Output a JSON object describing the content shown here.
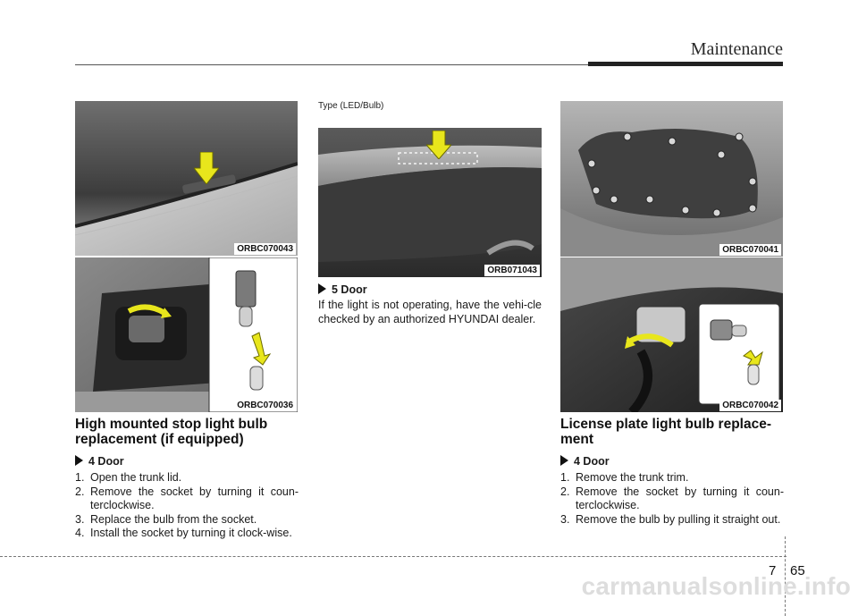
{
  "header": {
    "section": "Maintenance"
  },
  "figures": {
    "fig1": {
      "code": "ORBC070043"
    },
    "fig2": {
      "code": "ORBC070036"
    },
    "fig3": {
      "code": "ORB071043",
      "caption": "Type (LED/Bulb)"
    },
    "fig4": {
      "code": "ORBC070041"
    },
    "fig5": {
      "code": "ORBC070042"
    }
  },
  "left": {
    "title_line1": "High mounted stop light bulb",
    "title_line2": "replacement (if equipped)",
    "subhead": "4 Door",
    "steps": [
      {
        "num": "1.",
        "text": "Open the trunk lid."
      },
      {
        "num": "2.",
        "text": "Remove the socket by turning it coun-terclockwise."
      },
      {
        "num": "3.",
        "text": "Replace the bulb from the socket."
      },
      {
        "num": "4.",
        "text": "Install the socket by turning it clock-wise."
      }
    ]
  },
  "middle": {
    "subhead": "5 Door",
    "body": "If the light is not operating, have the vehi-cle checked by an authorized HYUNDAI dealer."
  },
  "right": {
    "title_line1": "License plate light bulb replace-",
    "title_line2": "ment",
    "subhead": "4 Door",
    "steps": [
      {
        "num": "1.",
        "text": "Remove the trunk trim."
      },
      {
        "num": "2.",
        "text": "Remove the socket by turning it coun-terclockwise."
      },
      {
        "num": "3.",
        "text": "Remove the bulb by pulling it straight out."
      }
    ]
  },
  "footer": {
    "chapter": "7",
    "page": "65",
    "watermark": "carmanualsonline.info"
  }
}
